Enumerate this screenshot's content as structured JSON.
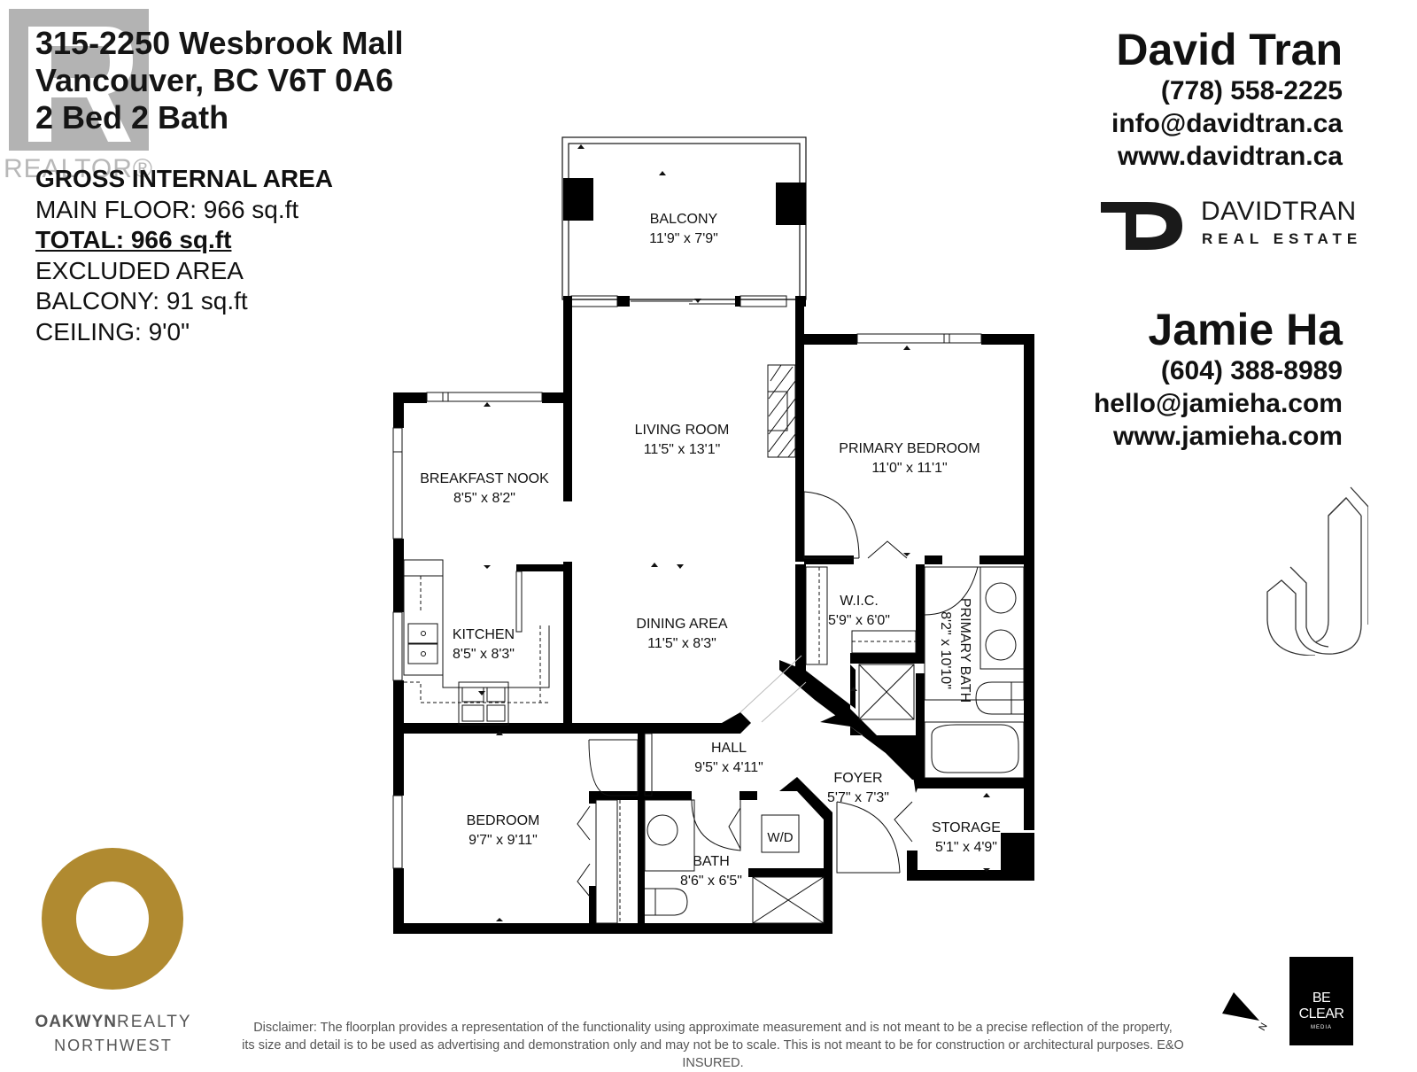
{
  "header": {
    "address_line1": "315-2250 Wesbrook Mall",
    "address_line2": "Vancouver, BC V6T 0A6",
    "beds_baths": "2 Bed 2 Bath"
  },
  "watermark": {
    "letter": "R",
    "word": "REALTOR®"
  },
  "area_summary": {
    "gross_heading": "GROSS INTERNAL AREA",
    "main_floor": "MAIN FLOOR: 966 sq.ft",
    "total": "TOTAL: 966 sq.ft",
    "excluded_heading": "EXCLUDED AREA",
    "balcony": "BALCONY: 91 sq.ft",
    "ceiling": "CEILING: 9'0\""
  },
  "agents": [
    {
      "name": "David Tran",
      "phone": "(778) 558-2225",
      "email": "info@davidtran.ca",
      "website": "www.davidtran.ca"
    },
    {
      "name": "Jamie Ha",
      "phone": "(604) 388-8989",
      "email": "hello@jamieha.com",
      "website": "www.jamieha.com"
    }
  ],
  "brand_logo": {
    "mark": "TD",
    "name": "DAVIDTRAN",
    "tagline": "REAL ESTATE"
  },
  "rooms": [
    {
      "name": "BALCONY",
      "dims": "11'9\" x 7'9\""
    },
    {
      "name": "LIVING ROOM",
      "dims": "11'5\" x 13'1\""
    },
    {
      "name": "DINING AREA",
      "dims": "11'5\" x 8'3\""
    },
    {
      "name": "BREAKFAST NOOK",
      "dims": "8'5\" x 8'2\""
    },
    {
      "name": "KITCHEN",
      "dims": "8'5\" x 8'3\""
    },
    {
      "name": "PRIMARY BEDROOM",
      "dims": "11'0\" x 11'1\""
    },
    {
      "name": "W.I.C.",
      "dims": "5'9\" x 6'0\""
    },
    {
      "name": "PRIMARY BATH",
      "dims": "8'2\" x 10'10\""
    },
    {
      "name": "HALL",
      "dims": "9'5\" x 4'11\""
    },
    {
      "name": "FOYER",
      "dims": "5'7\" x 7'3\""
    },
    {
      "name": "STORAGE",
      "dims": "5'1\" x 4'9\""
    },
    {
      "name": "BEDROOM",
      "dims": "9'7\" x 9'11\""
    },
    {
      "name": "BATH",
      "dims": "8'6\" x 6'5\""
    }
  ],
  "fixtures": {
    "washer_dryer": "W/D"
  },
  "footer": {
    "brokerage_name_bold": "OAKWYN",
    "brokerage_name_light": "REALTY",
    "brokerage_sub": "NORTHWEST",
    "brokerage_color": "#b08a30",
    "disclaimer_line1": "Disclaimer: The floorplan provides a representation of the functionality using approximate measurement and is not meant to be a precise reflection of the property,",
    "disclaimer_line2": "its size and detail is to be used as advertising and demonstration only and may not be to scale. This is not meant to be for construction or architectural purposes. E&O INSURED.",
    "compass_label": "N",
    "media_brand": "BE CLEAR",
    "media_sub": "MEDIA"
  }
}
